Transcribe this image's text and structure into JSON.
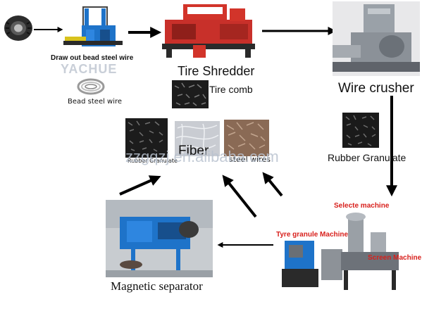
{
  "labels": {
    "draw_out_bead_steel_wire": "Draw out bead steel wire",
    "bead_steel_wire": "Bead steel wire",
    "watermark_left": "YACHUE",
    "tire_shredder": "Tire Shredder",
    "tire_comb": "Tire comb",
    "wire_crusher": "Wire crusher",
    "rubber_granulate_right": "Rubber Granulate",
    "rubber_granulate_small": "Rubber Granulate",
    "fiber": "Fiber",
    "steel_wires": "steel wires",
    "watermark_url": "zzgqzj.en.alibaba.com",
    "selecte_machine": "Selecte machine",
    "tyre_granule_machine": "Tyre granule Machine",
    "screen_machine": "Screen Machine",
    "magnetic_separator": "Magnetic separator"
  },
  "colors": {
    "arrow": "#000000",
    "shredder_red": "#d2342a",
    "machine_blue": "#1e73c9",
    "machine_label_red": "#d8201c",
    "rubber_dark": "#1c1c1c",
    "fiber_grey": "#c9ccd2",
    "steel_brown": "#8a6a55",
    "watermark": "#b9c2cf"
  }
}
